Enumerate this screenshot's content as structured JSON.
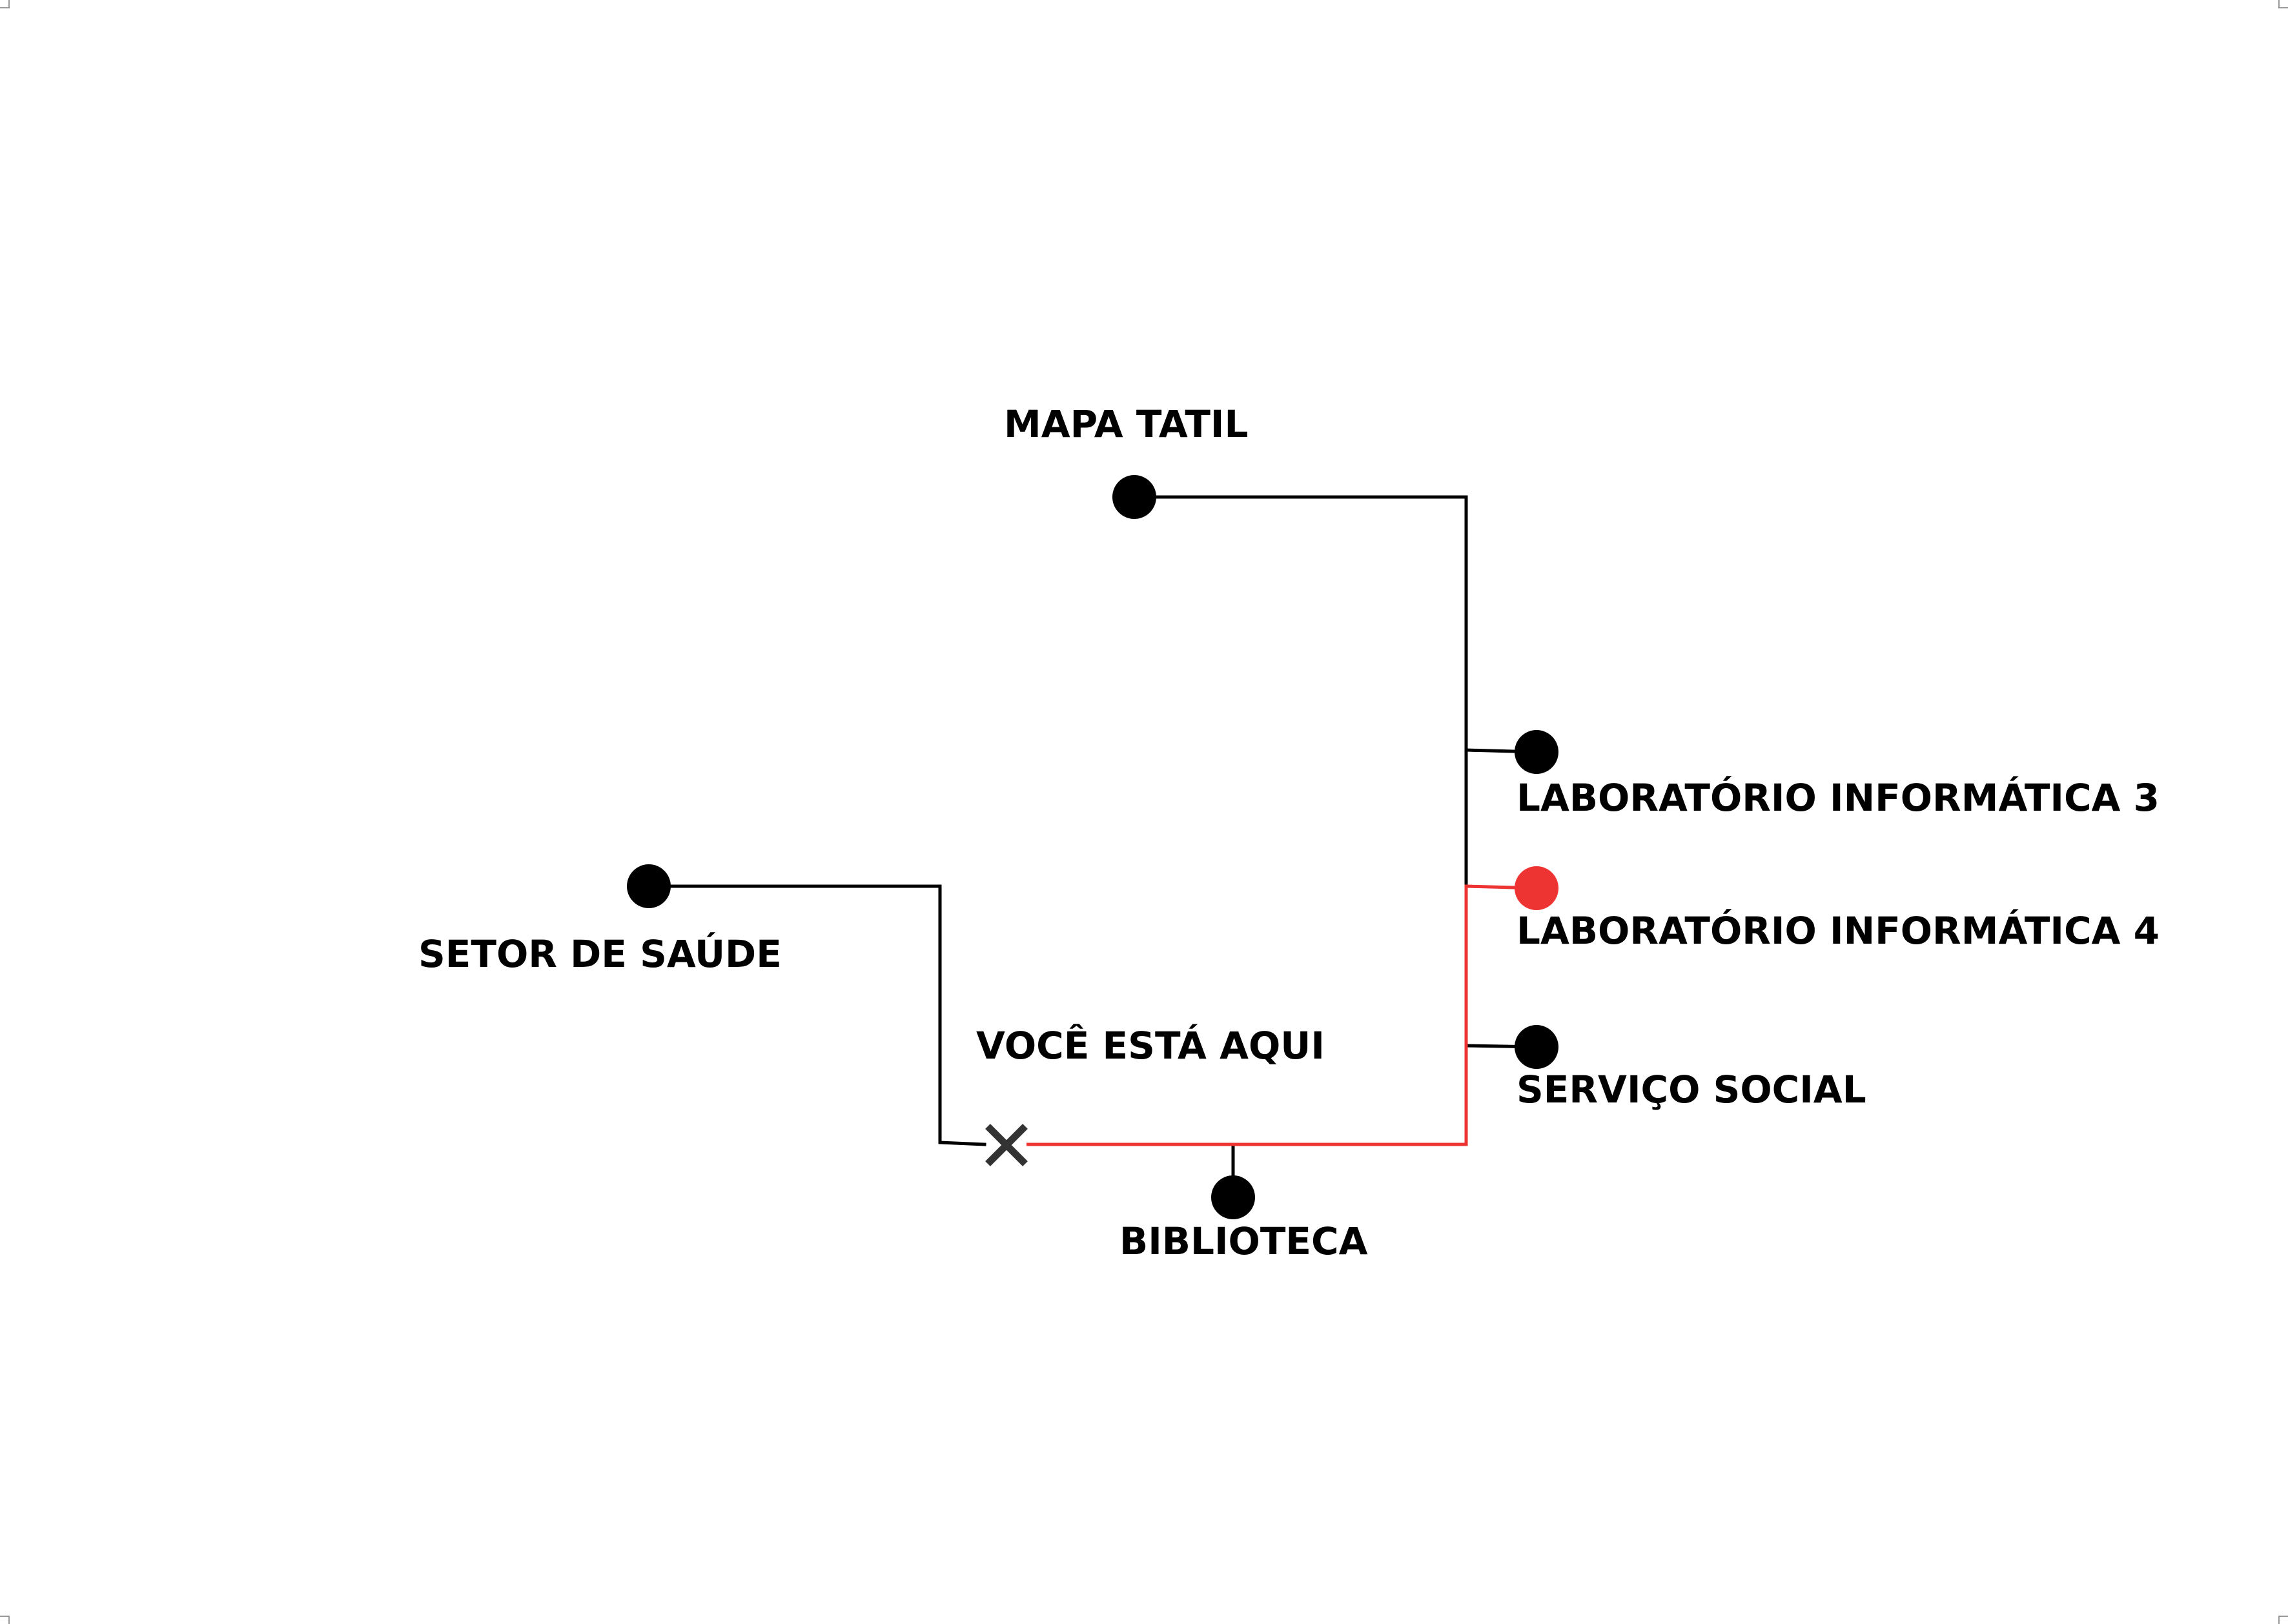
{
  "map": {
    "colors": {
      "line": "#000000",
      "route": "#ee3333",
      "destination": "#ee3333",
      "marker": "#333333",
      "background": "#ffffff"
    },
    "labels": {
      "mapa_tatil": "MAPA TATIL",
      "lab3": "LABORATÓRIO INFORMÁTICA 3",
      "lab4": "LABORATÓRIO INFORMÁTICA 4",
      "servico_social": "SERVIÇO SOCIAL",
      "setor_saude": "SETOR DE SAÚDE",
      "voce_esta_aqui": "VOCÊ ESTÁ AQUI",
      "biblioteca": "BIBLIOTECA"
    },
    "marker_icon": "close-x-icon",
    "highlighted_destination": "LABORATÓRIO INFORMÁTICA 4"
  }
}
